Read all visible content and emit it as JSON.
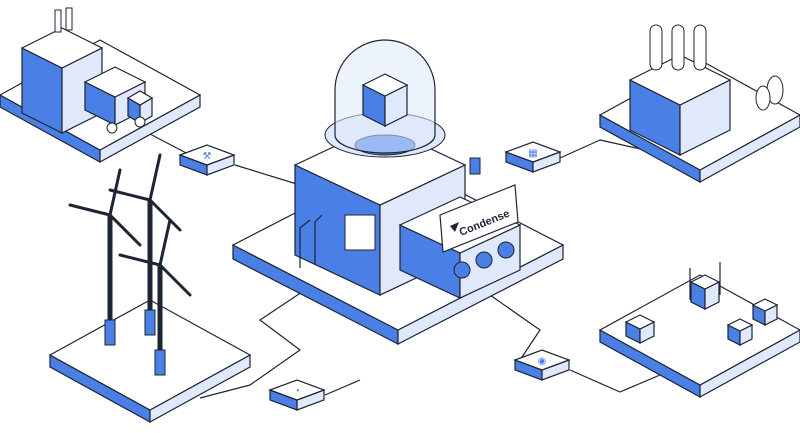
{
  "machine": {
    "brand_label": "Condense"
  },
  "nodes": [
    {
      "name": "factory-with-truck",
      "connector_icon": "wrench-icon"
    },
    {
      "name": "industrial-plant",
      "connector_icon": "chip-icon"
    },
    {
      "name": "wind-farm",
      "connector_icon": "gauge-icon"
    },
    {
      "name": "warehouse-forklift",
      "connector_icon": "location-pin-icon"
    }
  ],
  "colors": {
    "accent": "#4a7fe6",
    "light": "#dfe9fb",
    "stroke": "#1d2433",
    "surface": "#ffffff"
  }
}
